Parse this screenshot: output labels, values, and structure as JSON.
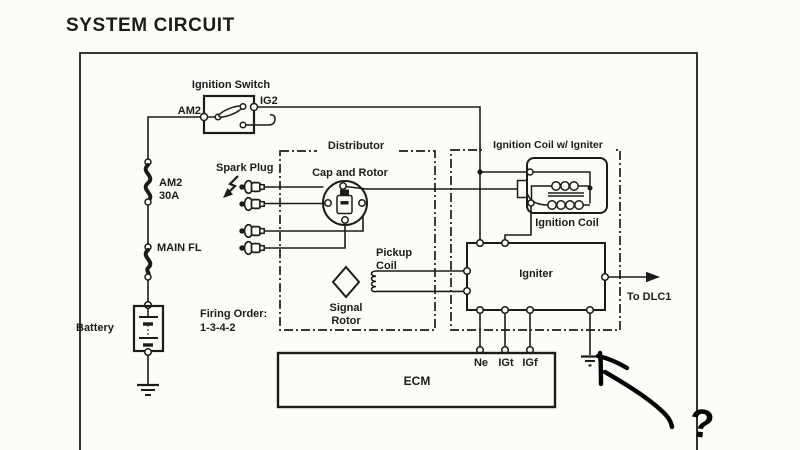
{
  "title": "SYSTEM CIRCUIT",
  "power_path": {
    "ignition_switch": {
      "label": "Ignition Switch",
      "terminal_left": "AM2",
      "terminal_right": "IG2"
    },
    "fuse_am2": {
      "line1": "AM2",
      "line2": "30A"
    },
    "fusible_link": "MAIN FL",
    "battery": "Battery"
  },
  "distributor": {
    "label": "Distributor",
    "cap_and_rotor": "Cap and Rotor",
    "spark_plug": "Spark Plug",
    "firing_order": {
      "line1": "Firing Order:",
      "line2": "1-3-4-2"
    },
    "pickup_coil": {
      "line1": "Pickup",
      "line2": "Coil"
    },
    "signal_rotor": {
      "line1": "Signal",
      "line2": "Rotor"
    }
  },
  "coil_igniter": {
    "label": "Ignition Coil w/ Igniter",
    "ignition_coil": "Ignition Coil",
    "igniter": "Igniter",
    "to_dlc1": "To DLC1"
  },
  "ecm": {
    "label": "ECM",
    "terminals": [
      "Ne",
      "IGt",
      "IGf"
    ]
  },
  "annotation": {
    "question_mark": "?"
  },
  "colors": {
    "ink": "#1b1b1b",
    "paper": "#fcfcf9",
    "marker": "#000000"
  }
}
